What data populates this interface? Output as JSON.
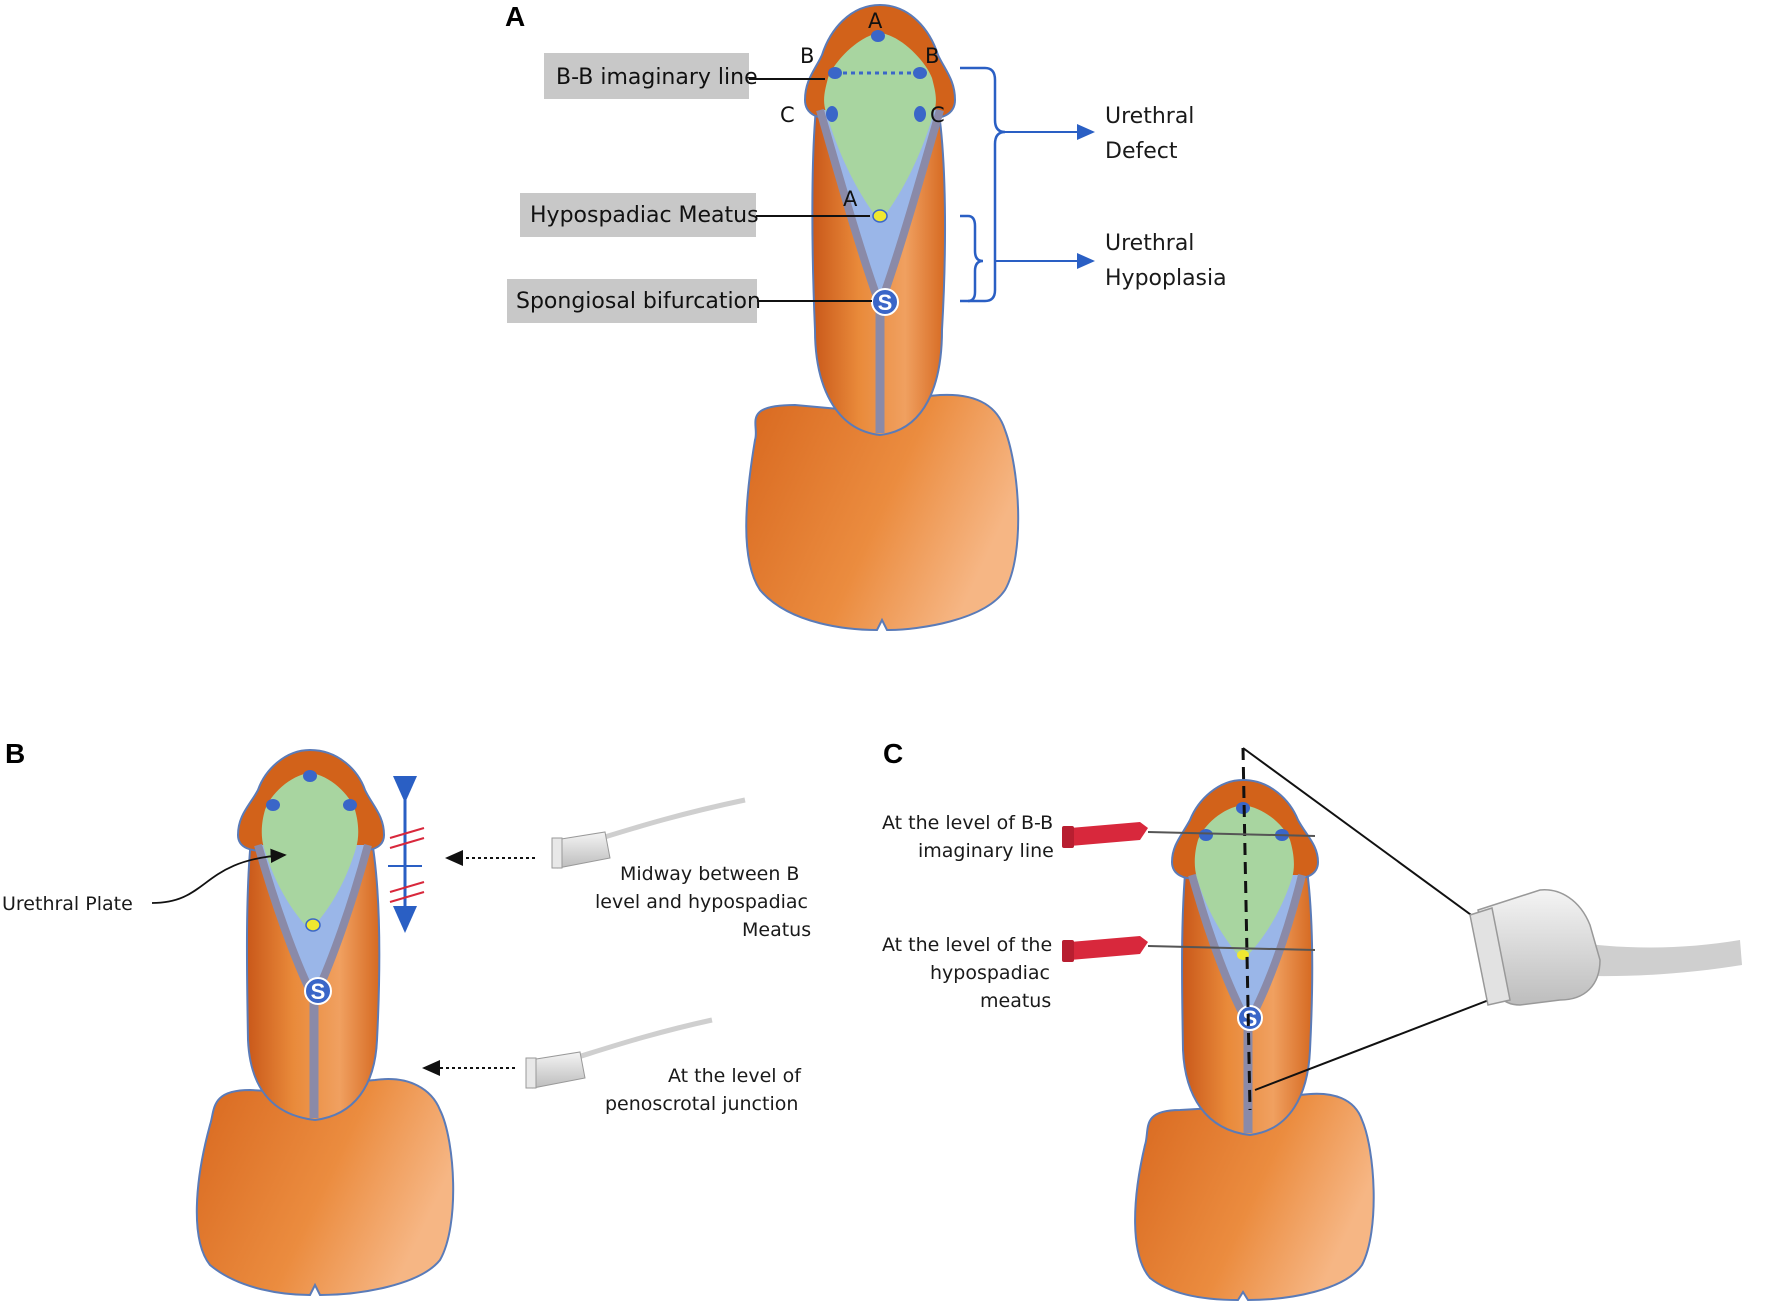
{
  "panel_a": {
    "letter": "A",
    "point_labels": {
      "a_top": "A",
      "b_left": "B",
      "b_right": "B",
      "c_left": "C",
      "c_right": "C",
      "a_meatus": "A",
      "s": "S"
    },
    "boxes": {
      "bb_line": "B-B imaginary line",
      "meatus": "Hypospadiac Meatus",
      "bifurcation": "Spongiosal bifurcation"
    },
    "brackets": {
      "defect_line1": "Urethral",
      "defect_line2": "Defect",
      "hypoplasia_line1": "Urethral",
      "hypoplasia_line2": "Hypoplasia"
    }
  },
  "panel_b": {
    "letter": "B",
    "urethral_plate": "Urethral Plate",
    "s": "S",
    "probe1_line1": "Midway between B",
    "probe1_line2": "level and hypospadiac",
    "probe1_line3": "Meatus",
    "probe2_line1": "At the level of",
    "probe2_line2": "penoscrotal junction"
  },
  "panel_c": {
    "letter": "C",
    "s": "S",
    "needle1_line1": "At the level of B-B",
    "needle1_line2": "imaginary line",
    "needle2_line1": "At the level of the",
    "needle2_line2": "hypospadiac",
    "needle2_line3": "meatus"
  },
  "colors": {
    "shaft": "#e07b2c",
    "glans": "#d2621a",
    "plate": "#a8d5a0",
    "spongiosum": "#9ab6e8",
    "groove": "#8a8aa8",
    "point": "#3a66c8",
    "meatus": "#f0e830",
    "bracket": "#2a5fc4",
    "needle": "#d8283c",
    "label_box": "#c8c8c8"
  }
}
